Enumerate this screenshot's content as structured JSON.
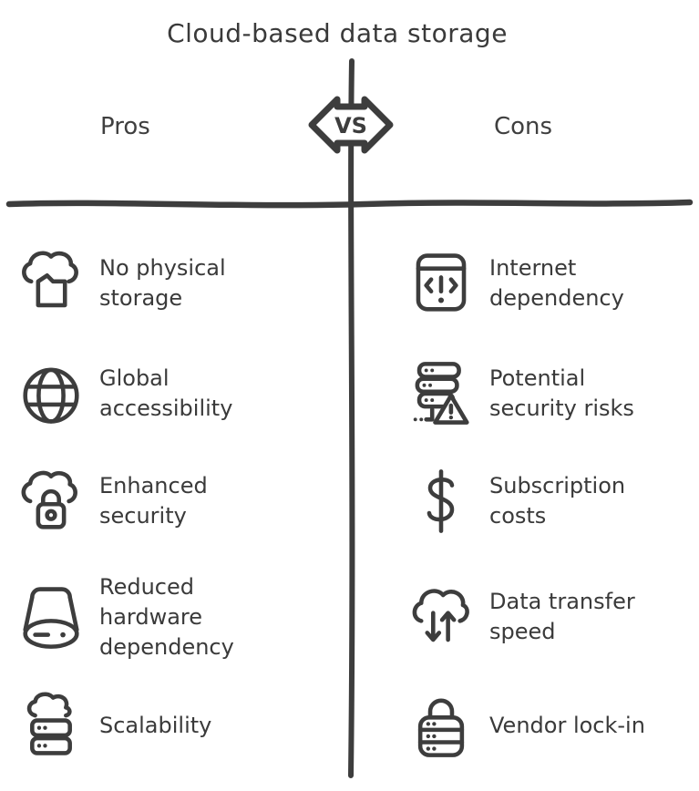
{
  "title": "Cloud-based data storage",
  "vs_label": "VS",
  "colors": {
    "ink": "#3d3d3d",
    "background": "#ffffff"
  },
  "columns": {
    "pros": {
      "header": "Pros",
      "items": [
        {
          "icon": "cloud-folder-icon",
          "label": "No physical storage"
        },
        {
          "icon": "globe-icon",
          "label": "Global accessibility"
        },
        {
          "icon": "cloud-lock-icon",
          "label": "Enhanced security"
        },
        {
          "icon": "hard-drive-icon",
          "label": "Reduced hardware dependency"
        },
        {
          "icon": "cloud-servers-icon",
          "label": "Scalability"
        }
      ]
    },
    "cons": {
      "header": "Cons",
      "items": [
        {
          "icon": "browser-alert-icon",
          "label": "Internet dependency"
        },
        {
          "icon": "servers-warning-icon",
          "label": "Potential security risks"
        },
        {
          "icon": "dollar-icon",
          "label": "Subscription costs"
        },
        {
          "icon": "cloud-transfer-icon",
          "label": "Data transfer speed"
        },
        {
          "icon": "server-lock-icon",
          "label": "Vendor lock-in"
        }
      ]
    }
  }
}
